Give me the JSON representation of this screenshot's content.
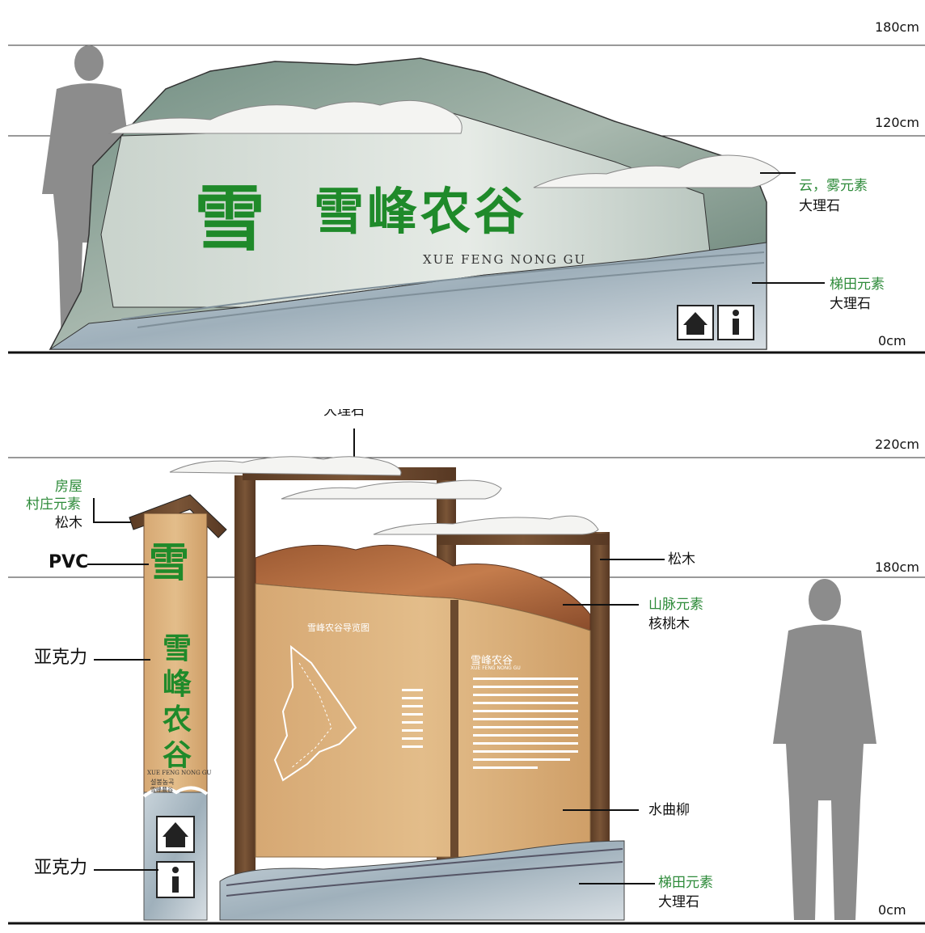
{
  "colors": {
    "green_text": "#2e8b3a",
    "wood_light": "#d9b27c",
    "wood_dark": "#6b4a2f",
    "walnut": "#b06a3f",
    "marble_grey": "#9fb0b6",
    "stone_green": "#7f9a8f",
    "person_grey": "#8a8a8a"
  },
  "top": {
    "measures": {
      "m180": "180cm",
      "m120": "120cm",
      "m0": "0cm"
    },
    "title_cn": "雪峰农谷",
    "title_icon_char": "雪",
    "title_en": "XUE FENG NONG GU",
    "labels": {
      "cloud_1": "云，雾元素",
      "cloud_2": "大理石",
      "terrace_1": "梯田元素",
      "terrace_2": "大理石"
    },
    "icons": [
      "home-icon",
      "info-icon"
    ]
  },
  "bottom": {
    "measures": {
      "m220": "220cm",
      "m180": "180cm",
      "m0": "0cm"
    },
    "top_label_partial": "大理石",
    "left_labels": {
      "house_1": "房屋",
      "house_2": "村庄元素",
      "house_3": "松木",
      "pvc": "PVC",
      "acrylic_upper": "亚克力",
      "acrylic_lower": "亚克力"
    },
    "right_labels": {
      "pine": "松木",
      "mountain_1": "山脉元素",
      "mountain_2": "核桃木",
      "willow": "水曲柳",
      "terrace_1": "梯田元素",
      "terrace_2": "大理石"
    },
    "post": {
      "icon_char": "雪",
      "chars": [
        "雪",
        "峰",
        "农",
        "谷"
      ],
      "en": "XUE FENG NONG GU",
      "small_1": "설봉농곡",
      "small_2": "雪峰農谷"
    },
    "board": {
      "map_title": "雪峰农谷导览图",
      "text_title": "雪峰农谷",
      "text_sub": "XUE FENG NONG GU"
    }
  }
}
